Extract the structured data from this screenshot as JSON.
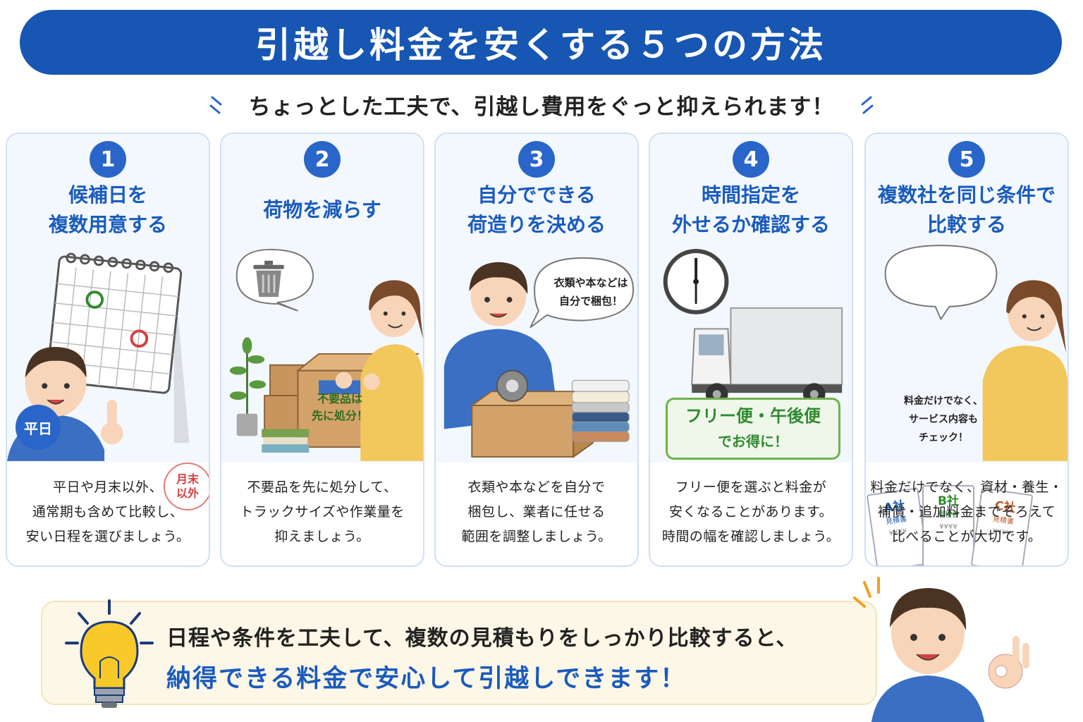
{
  "header": {
    "title": "引越し料金を安くする５つの方法",
    "subtitle": "ちょっとした工夫で、引越し費用をぐっと抑えられます！"
  },
  "colors": {
    "primary": "#1756b3",
    "accent_blue": "#2a66c9",
    "card_border": "#cfe0f5",
    "green": "#2f8a2f",
    "red": "#d94040",
    "note_bg": "#fdf7e7"
  },
  "cards": [
    {
      "number": "1",
      "title_lines": [
        "候補日を",
        "複数用意する"
      ],
      "labels": {
        "weekday": "平日",
        "month_end_1": "月末",
        "month_end_2": "以外"
      },
      "desc_lines": [
        "平日や月末以外、",
        "通常期も含めて比較し、",
        "安い日程を選びましょう。"
      ],
      "icons": [
        "calendar-icon",
        "person-pointing"
      ]
    },
    {
      "number": "2",
      "title_lines": [
        "荷物を減らす"
      ],
      "bubble_lines": [
        "不要品は",
        "先に処分！"
      ],
      "desc_lines": [
        "不要品を先に処分して、",
        "トラックサイズや作業量を",
        "抑えましょう。"
      ],
      "icons": [
        "trash-can-icon",
        "cardboard-box-icon",
        "plant-icon"
      ]
    },
    {
      "number": "3",
      "title_lines": [
        "自分でできる",
        "荷造りを決める"
      ],
      "bubble_lines": [
        "衣類や本などは",
        "自分で梱包！"
      ],
      "desc_lines": [
        "衣類や本などを自分で",
        "梱包し、業者に任せる",
        "範囲を調整しましょう。"
      ],
      "icons": [
        "tape-icon",
        "cardboard-box-icon",
        "clothes-stack-icon"
      ]
    },
    {
      "number": "4",
      "title_lines": [
        "時間指定を",
        "外せるか確認する"
      ],
      "plan_lines": [
        "フリー便・午後便",
        "でお得に！"
      ],
      "desc_lines": [
        "フリー便を選ぶと料金が",
        "安くなることがあります。",
        "時間の幅を確認しましょう。"
      ],
      "icons": [
        "clock-icon",
        "truck-icon"
      ]
    },
    {
      "number": "5",
      "title_lines": [
        "複数社を同じ条件で",
        "比較する"
      ],
      "bubble_lines": [
        "料金だけでなく、",
        "サービス内容も",
        "チェック！"
      ],
      "quotes": [
        {
          "company": "A社",
          "doc": "見積書"
        },
        {
          "company": "B社",
          "doc": "見積書"
        },
        {
          "company": "C社",
          "doc": "見積書"
        }
      ],
      "yen_marks": "¥¥¥¥",
      "desc_lines": [
        "料金だけでなく、資材・養生・",
        "補償・追加料金までそろえて",
        "比べることが大切です。"
      ],
      "icons": [
        "quote-document-icon",
        "woman-holding-documents"
      ]
    }
  ],
  "summary": {
    "line1": "日程や条件を工夫して、複数の見積もりをしっかり比較すると、",
    "line2": "納得できる料金で安心して引越しできます！"
  }
}
